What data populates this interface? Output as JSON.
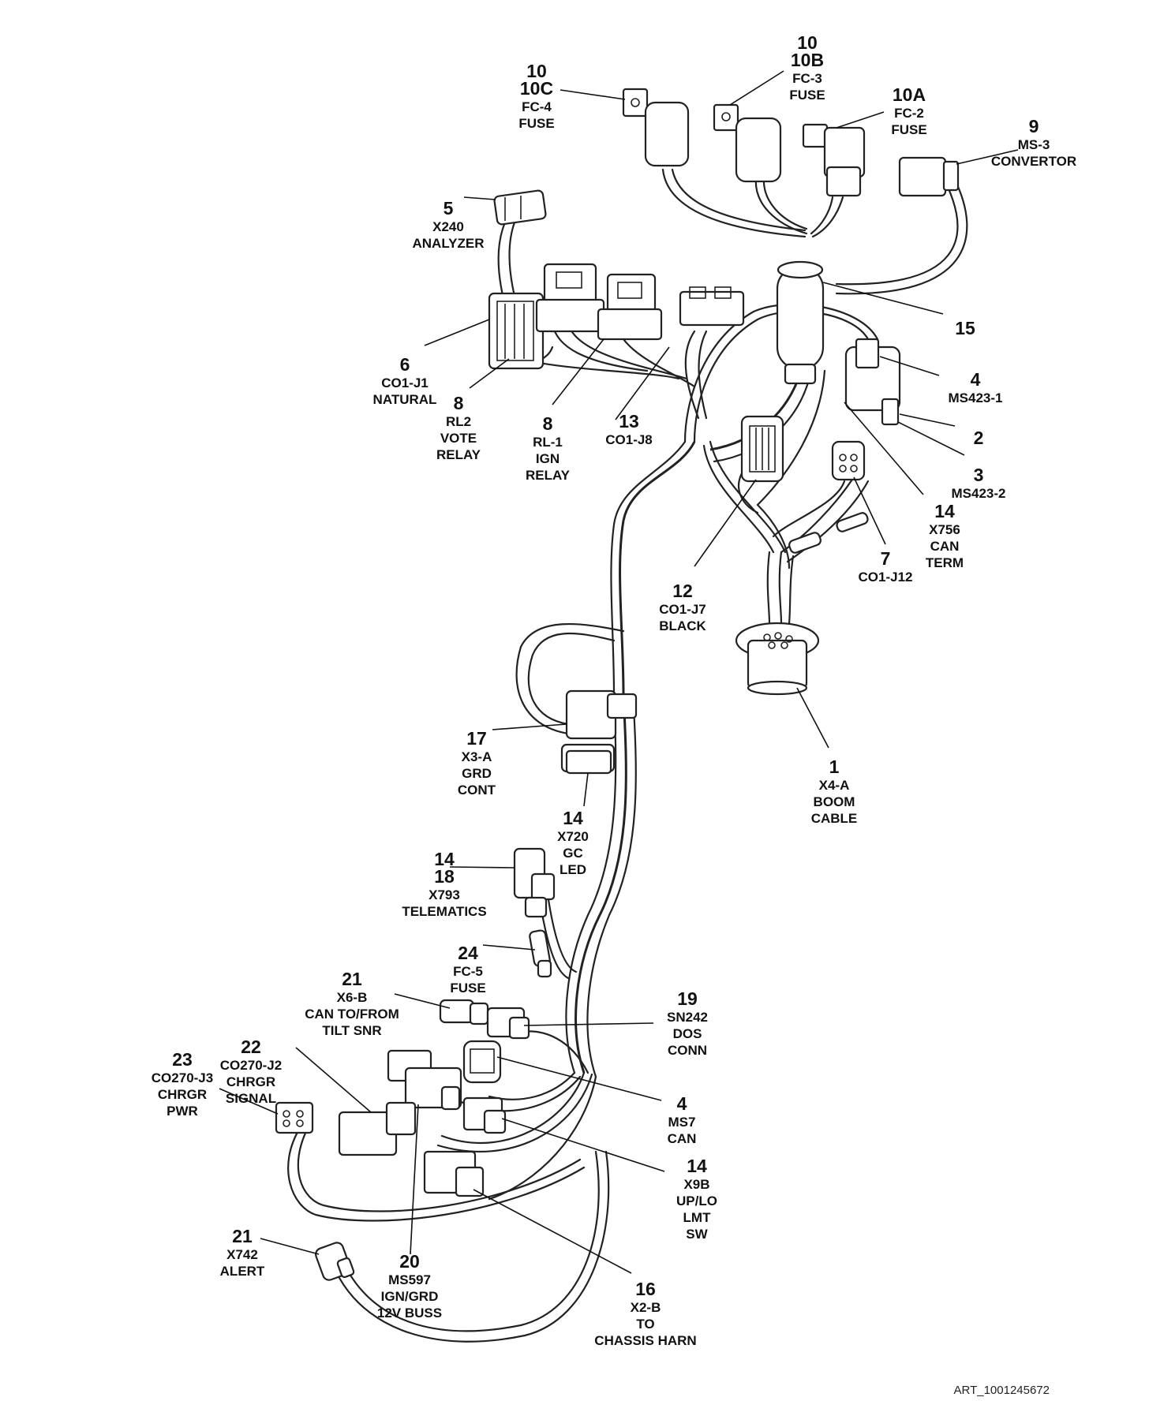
{
  "art_id": "ART_1001245672",
  "callouts": [
    {
      "id": "c-10c",
      "lines": [
        "10",
        "10C",
        "FC-4",
        "FUSE"
      ]
    },
    {
      "id": "c-10b",
      "lines": [
        "10",
        "10B",
        "FC-3",
        "FUSE"
      ]
    },
    {
      "id": "c-10a",
      "lines": [
        "10A",
        "FC-2",
        "FUSE"
      ]
    },
    {
      "id": "c-9",
      "lines": [
        "9",
        "MS-3",
        "CONVERTOR"
      ]
    },
    {
      "id": "c-5",
      "lines": [
        "5",
        "X240",
        "ANALYZER"
      ]
    },
    {
      "id": "c-15",
      "lines": [
        "15"
      ]
    },
    {
      "id": "c-6",
      "lines": [
        "6",
        "CO1-J1",
        "NATURAL"
      ]
    },
    {
      "id": "c-4a",
      "lines": [
        "4",
        "MS423-1"
      ]
    },
    {
      "id": "c-2",
      "lines": [
        "2"
      ]
    },
    {
      "id": "c-3",
      "lines": [
        "3",
        "MS423-2"
      ]
    },
    {
      "id": "c-8a",
      "lines": [
        "8",
        "RL2",
        "VOTE",
        "RELAY"
      ]
    },
    {
      "id": "c-8b",
      "lines": [
        "8",
        "RL-1",
        "IGN",
        "RELAY"
      ]
    },
    {
      "id": "c-13",
      "lines": [
        "13",
        "CO1-J8"
      ]
    },
    {
      "id": "c-14a",
      "lines": [
        "14",
        "X756",
        "CAN",
        "TERM"
      ]
    },
    {
      "id": "c-7",
      "lines": [
        "7",
        "CO1-J12"
      ]
    },
    {
      "id": "c-12",
      "lines": [
        "12",
        "CO1-J7",
        "BLACK"
      ]
    },
    {
      "id": "c-1",
      "lines": [
        "1",
        "X4-A",
        "BOOM",
        "CABLE"
      ]
    },
    {
      "id": "c-17",
      "lines": [
        "17",
        "X3-A",
        "GRD",
        "CONT"
      ]
    },
    {
      "id": "c-14b",
      "lines": [
        "14",
        "X720",
        "GC",
        "LED"
      ]
    },
    {
      "id": "c-14-18",
      "lines": [
        "14",
        "18",
        "X793",
        "TELEMATICS"
      ]
    },
    {
      "id": "c-24",
      "lines": [
        "24",
        "FC-5",
        "FUSE"
      ]
    },
    {
      "id": "c-21a",
      "lines": [
        "21",
        "X6-B",
        "CAN TO/FROM",
        "TILT SNR"
      ]
    },
    {
      "id": "c-19",
      "lines": [
        "19",
        "SN242",
        "DOS",
        "CONN"
      ]
    },
    {
      "id": "c-22",
      "lines": [
        "22",
        "CO270-J2",
        "CHRGR",
        "SIGNAL"
      ]
    },
    {
      "id": "c-23",
      "lines": [
        "23",
        "CO270-J3",
        "CHRGR",
        "PWR"
      ]
    },
    {
      "id": "c-4b",
      "lines": [
        "4",
        "MS7",
        "CAN"
      ]
    },
    {
      "id": "c-14c",
      "lines": [
        "14",
        "X9B",
        "UP/LO",
        "LMT",
        "SW"
      ]
    },
    {
      "id": "c-21b",
      "lines": [
        "21",
        "X742",
        "ALERT"
      ]
    },
    {
      "id": "c-20",
      "lines": [
        "20",
        "MS597",
        "IGN/GRD",
        "12V BUSS"
      ]
    },
    {
      "id": "c-16",
      "lines": [
        "16",
        "X2-B",
        "TO",
        "CHASSIS HARN"
      ]
    }
  ]
}
